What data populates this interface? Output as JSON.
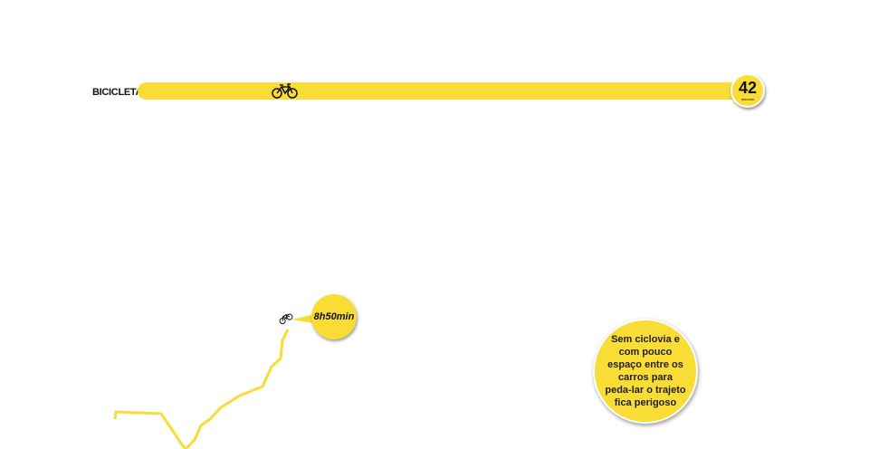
{
  "mode": {
    "label": "BICICLETA",
    "icon": "bicycle-icon",
    "duration": "42",
    "unit": "minutos"
  },
  "route": {
    "time": "8h50min",
    "icon": "bicycle-icon"
  },
  "note": {
    "text": "Sem ciclovia e com pouco espaço entre os carros para peda-lar o trajeto fica perigoso"
  },
  "colors": {
    "accent": "#f9dc35"
  }
}
